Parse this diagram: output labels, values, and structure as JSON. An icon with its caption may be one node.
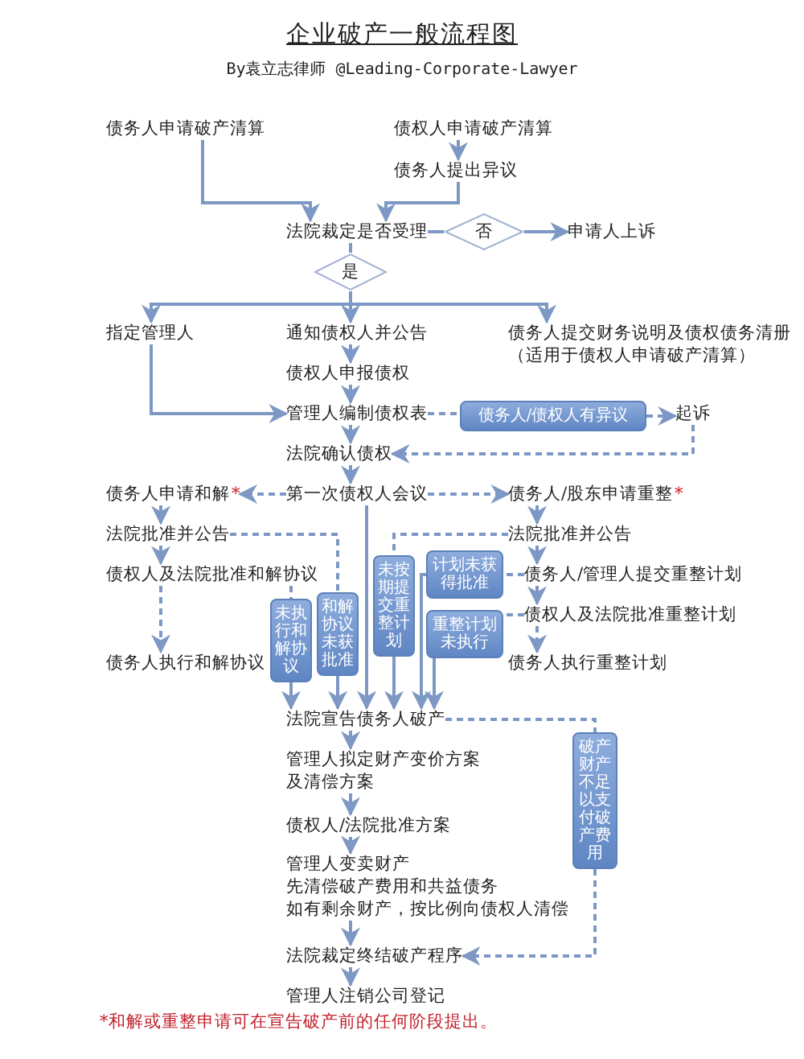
{
  "diagram": {
    "title": "企业破产一般流程图",
    "caption": "By袁立志律师 @Leading-Corporate-Lawyer",
    "nodes": [
      {
        "text": [
          "债务人申请破产清算"
        ]
      },
      {
        "text": [
          "债权人申请破产清算"
        ]
      },
      {
        "text": [
          "债务人提出异议"
        ]
      },
      {
        "text": [
          "法院裁定是否受理"
        ]
      },
      {
        "text": [
          "否"
        ]
      },
      {
        "text": [
          "申请人上诉"
        ]
      },
      {
        "text": [
          "是"
        ]
      },
      {
        "text": [
          "指定管理人"
        ]
      },
      {
        "text": [
          "通知债权人并公告"
        ]
      },
      {
        "text": [
          "债务人提交财务说明及债权债务清册",
          "（适用于债权人申请破产清算）"
        ]
      },
      {
        "text": [
          "债权人申报债权"
        ]
      },
      {
        "text": [
          "管理人编制债权表"
        ]
      },
      {
        "text": [
          "债务人/债权人有异议"
        ]
      },
      {
        "text": [
          "起诉"
        ]
      },
      {
        "text": [
          "法院确认债权"
        ]
      },
      {
        "text": [
          "债务人申请和解"
        ],
        "beside": [
          "*"
        ]
      },
      {
        "text": [
          "第一次债权人会议"
        ]
      },
      {
        "text": [
          "债务人/股东申请重整"
        ],
        "beside": [
          "*"
        ]
      },
      {
        "text": [
          "法院批准并公告"
        ]
      },
      {
        "text": [
          "法院批准并公告"
        ]
      },
      {
        "text": [
          "债权人及法院批准和解协议"
        ]
      },
      {
        "text": [
          "债务人/管理人提交重整计划"
        ]
      },
      {
        "text": [
          "债权人及法院批准重整计划"
        ]
      },
      {
        "text": [
          "债务人执行和解协议"
        ]
      },
      {
        "text": [
          "债务人执行重整计划"
        ]
      },
      {
        "text": [
          "未执行和解协议"
        ]
      },
      {
        "text": [
          "和解协议未获批准"
        ]
      },
      {
        "text": [
          "未按期提交重整计划"
        ]
      },
      {
        "text": [
          "计划未获得批准"
        ]
      },
      {
        "text": [
          "重整计划未执行"
        ]
      },
      {
        "text": [
          "法院宣告债务人破产"
        ]
      },
      {
        "text": [
          "管理人拟定财产变价方案",
          "及清偿方案"
        ]
      },
      {
        "text": [
          "债权人/法院批准方案"
        ]
      },
      {
        "text": [
          "管理人变卖财产",
          "先清偿破产费用和共益债务",
          "如有剩余财产，按比例向债权人清偿"
        ]
      },
      {
        "text": [
          "破产财产不足以支付破产费用"
        ]
      },
      {
        "text": [
          "法院裁定终结破产程序"
        ]
      },
      {
        "text": [
          "管理人注销公司登记"
        ]
      }
    ],
    "edges": [
      {
        "from": 0,
        "to": 3,
        "arrow": "to"
      },
      {
        "from": 1,
        "to": 2,
        "arrow": "to"
      },
      {
        "from": 2,
        "to": 3,
        "arrow": "to"
      },
      {
        "from": 3,
        "to": 4,
        "arrow": "none"
      },
      {
        "from": 4,
        "to": 5,
        "arrow": "to"
      },
      {
        "from": 3,
        "to": 6,
        "arrow": "none"
      },
      {
        "from": 6,
        "to": 7,
        "arrow": "to"
      },
      {
        "from": 6,
        "to": 8,
        "arrow": "to"
      },
      {
        "from": 6,
        "to": 9,
        "arrow": "to"
      },
      {
        "from": 8,
        "to": 10,
        "arrow": "to"
      },
      {
        "from": 10,
        "to": 11,
        "arrow": "to"
      },
      {
        "from": 7,
        "to": 11,
        "arrow": "to"
      },
      {
        "from": 11,
        "to": 12,
        "arrow": "none",
        "style": "dashed"
      },
      {
        "from": 12,
        "to": 13,
        "arrow": "to",
        "style": "dashed"
      },
      {
        "from": 13,
        "to": 14,
        "arrow": "to",
        "style": "dashed"
      },
      {
        "from": 11,
        "to": 14,
        "arrow": "to"
      },
      {
        "from": 14,
        "to": 16,
        "arrow": "to"
      },
      {
        "from": 16,
        "to": 15,
        "arrow": "to",
        "style": "dashed"
      },
      {
        "from": 16,
        "to": 17,
        "arrow": "to",
        "style": "dashed"
      },
      {
        "from": 15,
        "to": 18,
        "arrow": "to",
        "style": "dashed"
      },
      {
        "from": 18,
        "to": 20,
        "arrow": "to",
        "style": "dashed"
      },
      {
        "from": 20,
        "to": 23,
        "arrow": "to",
        "style": "dashed"
      },
      {
        "from": 17,
        "to": 19,
        "arrow": "to",
        "style": "dashed"
      },
      {
        "from": 19,
        "to": 21,
        "arrow": "to",
        "style": "dashed"
      },
      {
        "from": 21,
        "to": 22,
        "arrow": "to",
        "style": "dashed"
      },
      {
        "from": 22,
        "to": 24,
        "arrow": "to",
        "style": "dashed"
      },
      {
        "from": 16,
        "to": 30,
        "arrow": "to"
      },
      {
        "from": 18,
        "to": 26,
        "arrow": "none",
        "style": "dashed"
      },
      {
        "from": 20,
        "to": 25,
        "arrow": "none",
        "style": "dashed"
      },
      {
        "from": 25,
        "to": 30,
        "arrow": "to"
      },
      {
        "from": 26,
        "to": 30,
        "arrow": "to"
      },
      {
        "from": 19,
        "to": 27,
        "arrow": "none",
        "style": "dashed"
      },
      {
        "from": 27,
        "to": 30,
        "arrow": "to"
      },
      {
        "from": 21,
        "to": 28,
        "arrow": "none",
        "style": "dashed"
      },
      {
        "from": 28,
        "to": 30,
        "arrow": "to"
      },
      {
        "from": 22,
        "to": 29,
        "arrow": "none",
        "style": "dashed"
      },
      {
        "from": 29,
        "to": 30,
        "arrow": "to"
      },
      {
        "from": 30,
        "to": 31,
        "arrow": "to"
      },
      {
        "from": 31,
        "to": 32,
        "arrow": "to"
      },
      {
        "from": 32,
        "to": 33,
        "arrow": "to"
      },
      {
        "from": 33,
        "to": 35,
        "arrow": "to"
      },
      {
        "from": 30,
        "to": 34,
        "arrow": "none",
        "style": "dashed"
      },
      {
        "from": 34,
        "to": 35,
        "arrow": "to",
        "style": "dashed"
      },
      {
        "from": 35,
        "to": 36,
        "arrow": "to"
      }
    ],
    "labels": [
      "*和解或重整申请可在宣告破产前的任何阶段提出。"
    ]
  }
}
